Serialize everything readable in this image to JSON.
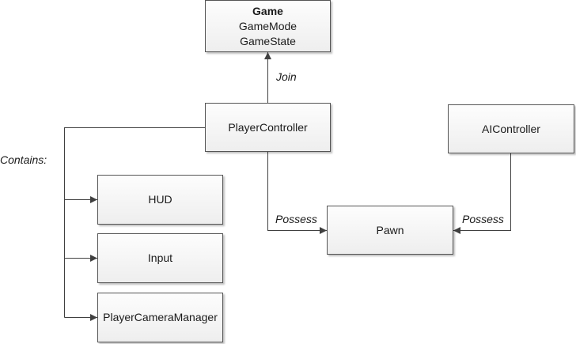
{
  "nodes": {
    "game": {
      "title": "Game",
      "lines": [
        "GameMode",
        "GameState"
      ]
    },
    "player_controller": "PlayerController",
    "ai_controller": "AIController",
    "pawn": "Pawn",
    "hud": "HUD",
    "input": "Input",
    "player_camera_manager": "PlayerCameraManager"
  },
  "edge_labels": {
    "join": "Join",
    "possess_player": "Possess",
    "possess_ai": "Possess",
    "contains": "Contains:"
  },
  "colors": {
    "line": "#404040",
    "box_border": "#555555"
  }
}
